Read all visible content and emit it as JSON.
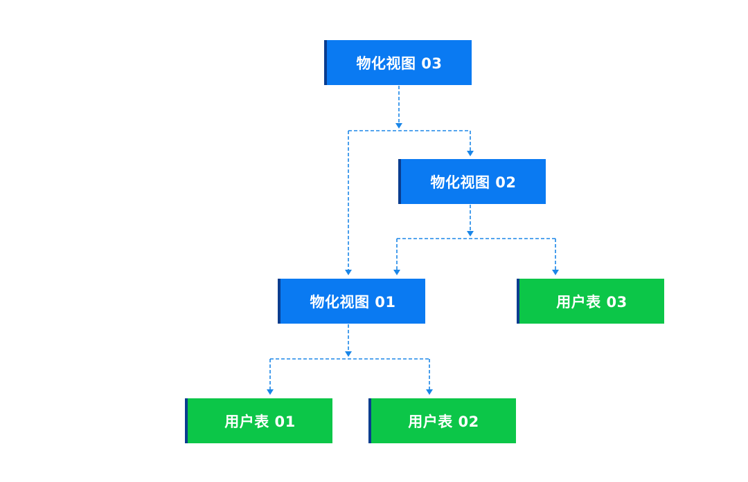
{
  "nodes": {
    "view_03": {
      "label": "物化视图 03"
    },
    "view_02": {
      "label": "物化视图 02"
    },
    "view_01": {
      "label": "物化视图 01"
    },
    "table_03": {
      "label": "用户表 03"
    },
    "table_01": {
      "label": "用户表 01"
    },
    "table_02": {
      "label": "用户表 02"
    }
  },
  "edges": [
    {
      "from": "view_03",
      "to": "view_02"
    },
    {
      "from": "view_03",
      "to": "view_01"
    },
    {
      "from": "view_02",
      "to": "view_01"
    },
    {
      "from": "view_02",
      "to": "table_03"
    },
    {
      "from": "view_01",
      "to": "table_01"
    },
    {
      "from": "view_01",
      "to": "table_02"
    }
  ],
  "colors": {
    "view_fill": "#0a7af2",
    "table_fill": "#0cc648",
    "accent_bar": "#0a3d8f",
    "connector": "#1a86e8"
  }
}
